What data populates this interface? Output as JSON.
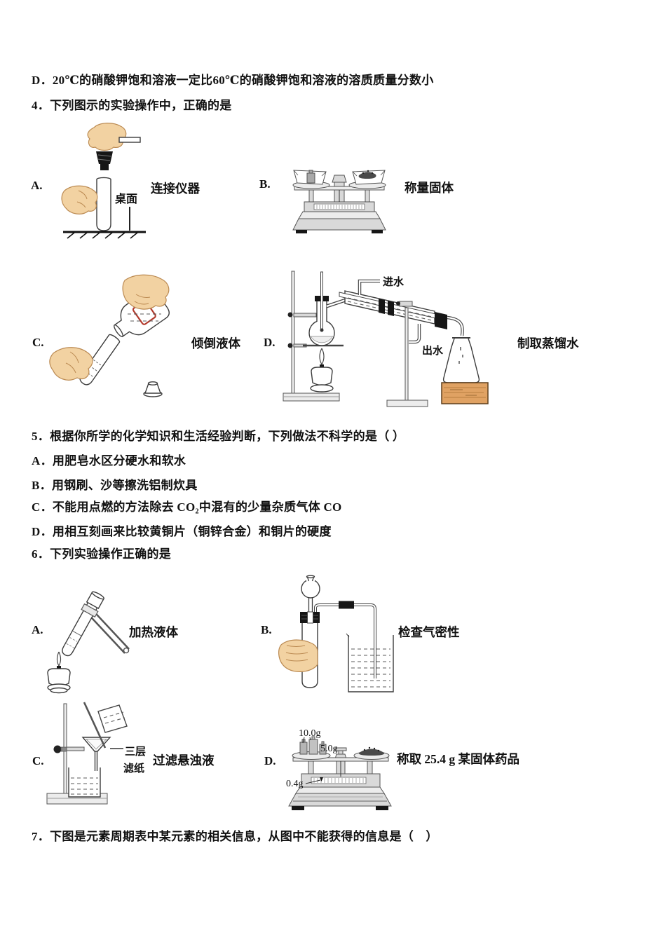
{
  "q3d": "D．20℃的硝酸钾饱和溶液一定比60℃的硝酸钾饱和溶液的溶质质量分数小",
  "q4": {
    "header": "4．下列图示的实验操作中，正确的是",
    "a": {
      "letter": "A.",
      "caption": "连接仪器",
      "table_label": "桌面"
    },
    "b": {
      "letter": "B.",
      "caption": "称量固体"
    },
    "c": {
      "letter": "C.",
      "caption": "倾倒液体"
    },
    "d": {
      "letter": "D.",
      "caption": "制取蒸馏水",
      "water_in": "进水",
      "water_out": "出水"
    }
  },
  "q5": {
    "header": "5．根据你所学的化学知识和生活经验判断，下列做法不科学的是（ ）",
    "a": "A．用肥皂水区分硬水和软水",
    "b": "B．用钢刷、沙等擦洗铝制炊具",
    "c": "C．不能用点燃的方法除去 CO₂中混有的少量杂质气体 CO",
    "d": "D．用相互刻画来比较黄铜片（铜锌合金）和铜片的硬度"
  },
  "q6": {
    "header": "6．下列实验操作正确的是",
    "a": {
      "letter": "A.",
      "caption": "加热液体"
    },
    "b": {
      "letter": "B.",
      "caption": "检查气密性"
    },
    "c": {
      "letter": "C.",
      "caption": "过滤悬浊液",
      "filter_label_1": "三层",
      "filter_label_2": "滤纸"
    },
    "d": {
      "letter": "D.",
      "caption": "称取 25.4 g 某固体药品",
      "weight_10": "10.0g",
      "weight_5": "5.0g",
      "rider": "0.4g"
    }
  },
  "q7": {
    "header": "7．下图是元素周期表中某元素的相关信息，从图中不能获得的信息是（　）"
  }
}
